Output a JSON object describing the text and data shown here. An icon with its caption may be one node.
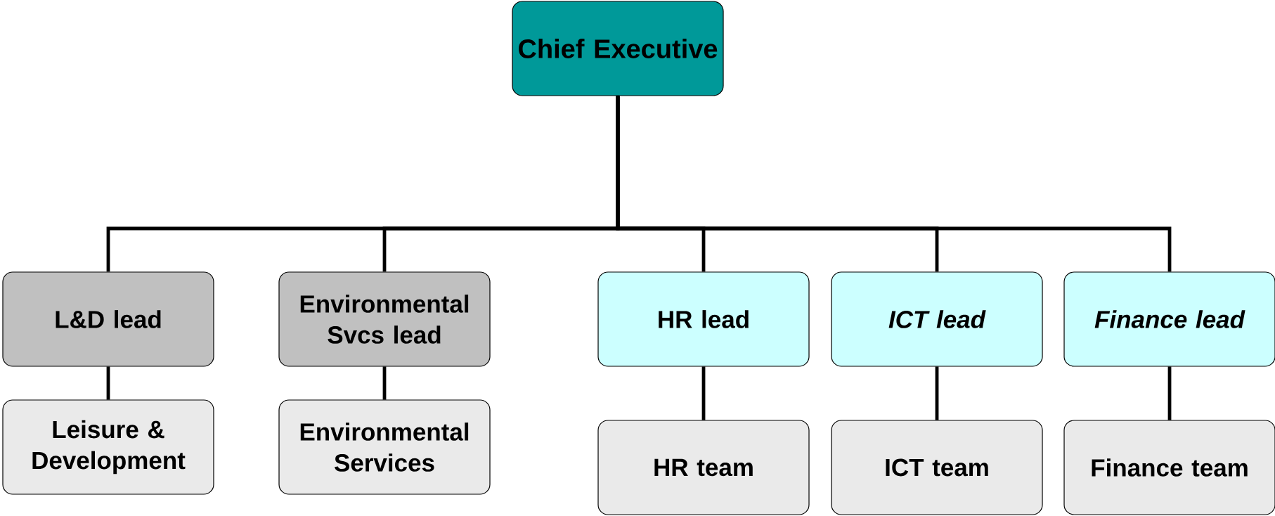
{
  "diagram": {
    "nodes": [
      {
        "text": [
          "Chief Executive"
        ]
      },
      {
        "text": [
          "L&D lead"
        ]
      },
      {
        "text": [
          "Environmental Svcs lead"
        ]
      },
      {
        "text": [
          "HR lead"
        ]
      },
      {
        "text": [
          "ICT lead"
        ]
      },
      {
        "text": [
          "Finance lead"
        ]
      },
      {
        "text": [
          "Leisure & Development"
        ]
      },
      {
        "text": [
          "Environmental Services"
        ]
      },
      {
        "text": [
          "HR team"
        ]
      },
      {
        "text": [
          "ICT team"
        ]
      },
      {
        "text": [
          "Finance team"
        ]
      }
    ],
    "edges": [
      {
        "from": 0,
        "to": 1,
        "arrow": "none"
      },
      {
        "from": 0,
        "to": 2,
        "arrow": "none"
      },
      {
        "from": 0,
        "to": 3,
        "arrow": "none"
      },
      {
        "from": 0,
        "to": 4,
        "arrow": "none"
      },
      {
        "from": 0,
        "to": 5,
        "arrow": "none"
      },
      {
        "from": 1,
        "to": 6,
        "arrow": "none"
      },
      {
        "from": 2,
        "to": 7,
        "arrow": "none"
      },
      {
        "from": 3,
        "to": 8,
        "arrow": "none"
      },
      {
        "from": 4,
        "to": 9,
        "arrow": "none"
      },
      {
        "from": 5,
        "to": 10,
        "arrow": "none"
      }
    ]
  }
}
